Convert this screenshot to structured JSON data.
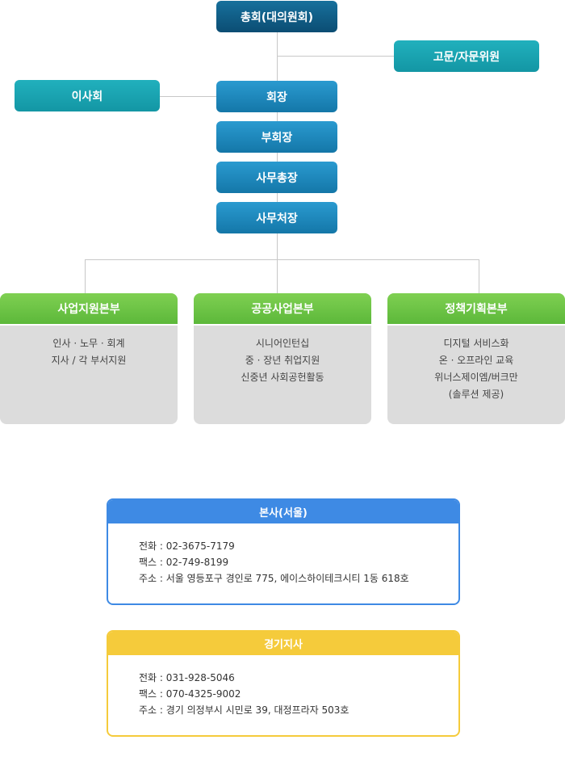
{
  "org": {
    "general_assembly": "총회(대의원회)",
    "advisors": "고문/자문위원",
    "board": "이사회",
    "president": "회장",
    "vice_president": "부회장",
    "secretary_general": "사무총장",
    "office_director": "사무처장"
  },
  "departments": [
    {
      "title": "사업지원본부",
      "items": [
        "인사 · 노무 · 회계",
        "지사 / 각 부서지원"
      ]
    },
    {
      "title": "공공사업본부",
      "items": [
        "시니어인턴십",
        "중 · 장년 취업지원",
        "신중년 사회공헌활동"
      ]
    },
    {
      "title": "정책기획본부",
      "items": [
        "디지털 서비스화",
        "온 · 오프라인 교육",
        "위너스제이엠/버크만",
        "(솔루션 제공)"
      ]
    }
  ],
  "offices": [
    {
      "title": "본사(서울)",
      "phone": "전화 : 02-3675-7179",
      "fax": "팩스 : 02-749-8199",
      "address": "주소 : 서울 영등포구 경인로 775, 에이스하이테크시티 1동 618호"
    },
    {
      "title": "경기지사",
      "phone": "전화 : 031-928-5046",
      "fax": "팩스 : 070-4325-9002",
      "address": "주소 : 경기 의정부시 시민로 39,  대정프라자 503호"
    }
  ],
  "colors": {
    "hq": "#3e8ae4",
    "branch": "#f5cb3b",
    "dept": "#66c043"
  }
}
